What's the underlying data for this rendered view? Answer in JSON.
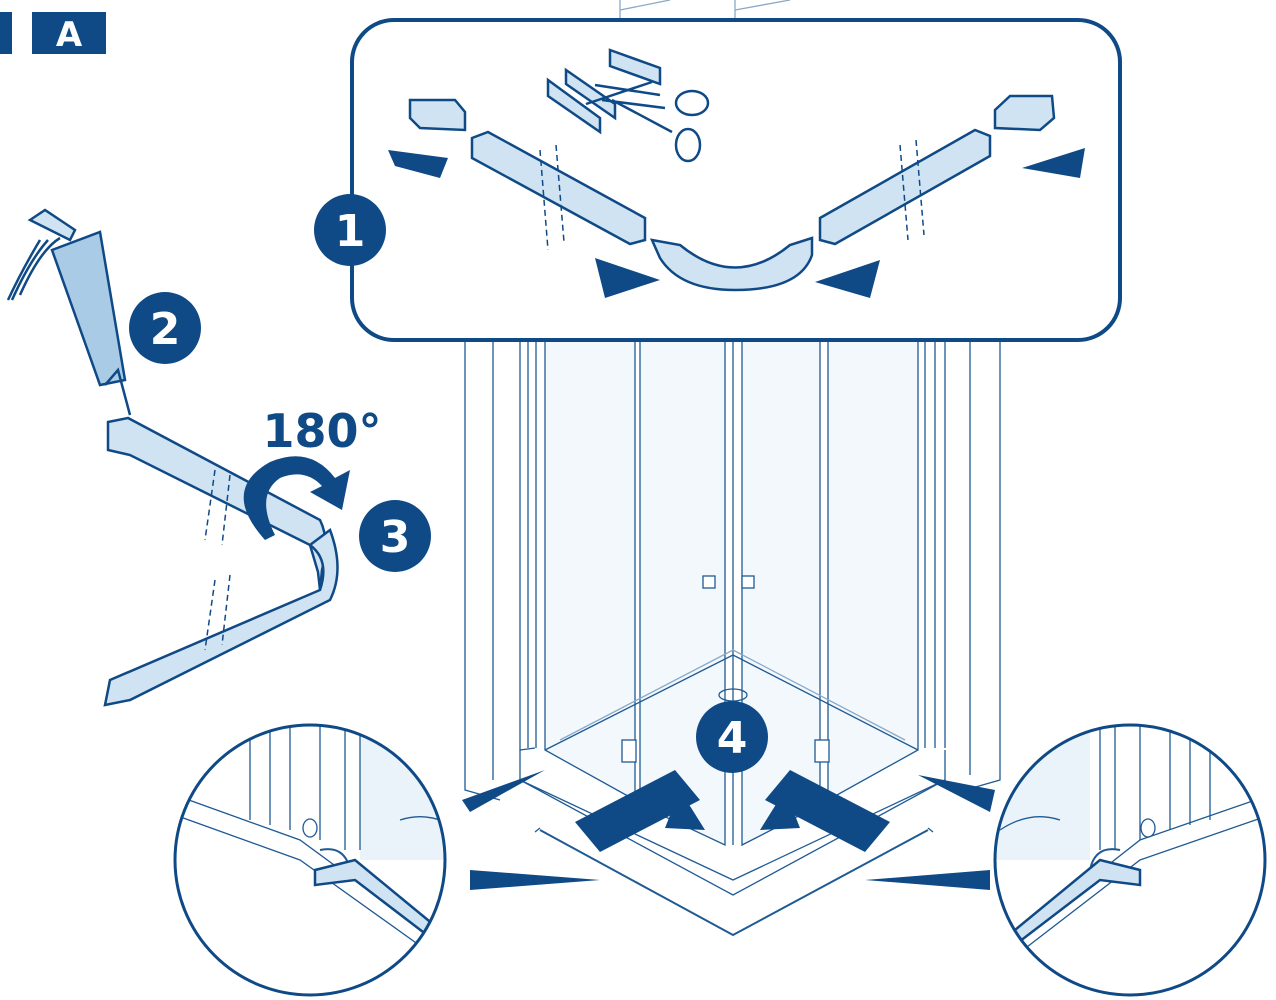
{
  "header": {
    "section_letter": "A"
  },
  "steps": {
    "step1": "1",
    "step2": "2",
    "step3": "3",
    "step4": "4"
  },
  "annotations": {
    "rotation": "180°"
  },
  "colors": {
    "brand_blue": "#0f4a86",
    "light_blue": "#cfe3f3",
    "mid_blue": "#a9cbe6",
    "line_blue": "#1f5a94",
    "glass_blue": "#eaf3fa"
  },
  "icons": [
    "scissors-icon",
    "sealant-gun-icon",
    "rotate-arrow-icon",
    "push-arrow-icon"
  ]
}
